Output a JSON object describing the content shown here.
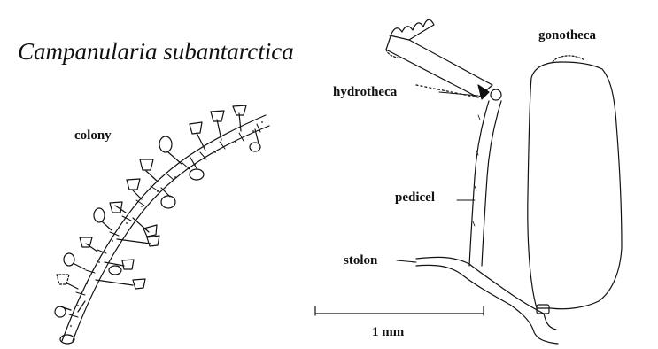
{
  "title": "Campanularia subantarctica",
  "labels": {
    "colony": "colony",
    "hydrotheca": "hydrotheca",
    "gonotheca": "gonotheca",
    "pedicel": "pedicel",
    "stolon": "stolon",
    "scale_bar": "1 mm"
  },
  "colors": {
    "ink": "#111111",
    "background": "#ffffff"
  }
}
